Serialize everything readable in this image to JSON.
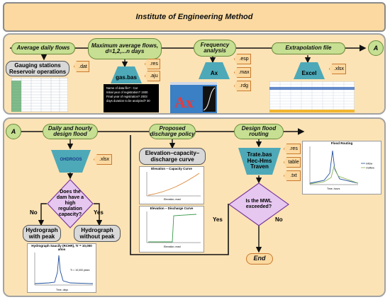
{
  "title": "Institute of Engineering Method",
  "top": {
    "stages": [
      "Average daily flows",
      "Maximum average flows, d=1,2,...n days",
      "Frequency analysis",
      "Extrapolation file"
    ],
    "connector": "A",
    "gauging": "Gauging stations Reservoir operations",
    "gauging_ext": ".dat",
    "gasbas": "gas.bas",
    "gasbas_exts": [
      ".res",
      ".aju"
    ],
    "ax": "Ax",
    "ax_exts": [
      ".esp",
      ".max",
      ".rdg"
    ],
    "excel": "Excel",
    "excel_ext": ".xlsx",
    "console": [
      "Name of data file? : Car",
      "Initial year of registration? 1930",
      "Final year of registration? 2003",
      "days duration to be analyzed? 30"
    ]
  },
  "bottom": {
    "connector": "A",
    "stages": [
      "Daily and hourly design flood",
      "Proposed discharge policy",
      "Design flood routing"
    ],
    "ohdroos": "OHDROOS",
    "ohdroos_ext": ".xlsx",
    "question1": "Does the dam have a high regulation capacity?",
    "no1": "No",
    "yes1": "Yes",
    "hydro_peak": "Hydrograph with peak",
    "hydro_nopeak": "Hydrograph without peak",
    "eccurve": "Elevation–capacity–discharge curve",
    "trate": "Trate.bas Hec-Hms Traven",
    "trate_exts": [
      ".res",
      "table",
      ".txt"
    ],
    "question2": "Is the MWL exceeded?",
    "yes2": "Yes",
    "no2": "No",
    "end": "End"
  },
  "charts": {
    "hydrograph": {
      "title": "Hydrograph Saucily (RCHR), Tr = 10,000 años",
      "xlabel": "Time, days",
      "ylabel": "Flow, m³/s",
      "legend": "Tr = 10,000 years"
    },
    "capacity": {
      "title": "Elevation – Capacity Curve",
      "xlabel": "Elevation, masl",
      "ylabel": "Capacity, hm³"
    },
    "discharge": {
      "title": "Elevation – Discharge Curve",
      "xlabel": "Elevation, masl",
      "ylabel": "Discharge, m³/s"
    },
    "routing": {
      "title": "Flood Routing",
      "xlabel": "Time, hours",
      "ylabel": "Flow, m³/s",
      "legend": [
        "Inflow",
        "Outflow"
      ]
    }
  },
  "colors": {
    "panel": "#fce3b5",
    "stage": "#c6df92",
    "diamond": "#e6c7f0",
    "arrow": "#111111",
    "trap": "#4da9b8"
  }
}
